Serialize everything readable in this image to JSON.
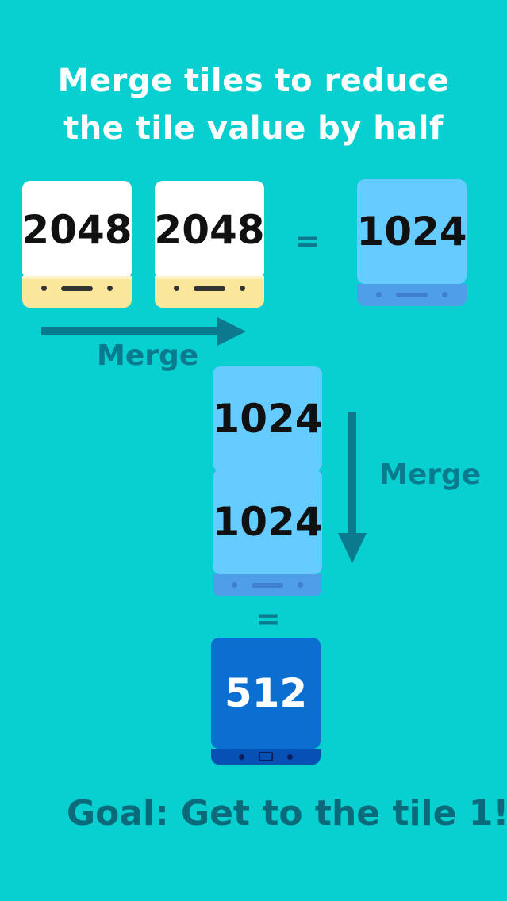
{
  "instructions": {
    "line1": "Merge tiles to reduce",
    "line2": "the tile value by half"
  },
  "row_top": {
    "tile_a": "2048",
    "tile_b": "2048",
    "equals": "=",
    "result": "1024",
    "merge_label": "Merge"
  },
  "column": {
    "tile_top": "1024",
    "tile_bottom": "1024",
    "merge_label": "Merge",
    "equals": "=",
    "result": "512"
  },
  "goal": "Goal: Get to the tile 1!",
  "colors": {
    "background": "#08CFD0",
    "tile_2048": "#FFFFFF",
    "tile_2048_base": "#FBE79B",
    "tile_1024": "#66CCFF",
    "tile_512": "#0A6FD0",
    "arrow": "#0A7A8E",
    "text_dark": "#0A6A7A"
  },
  "icons": [
    "right-arrow-icon",
    "down-arrow-icon"
  ]
}
